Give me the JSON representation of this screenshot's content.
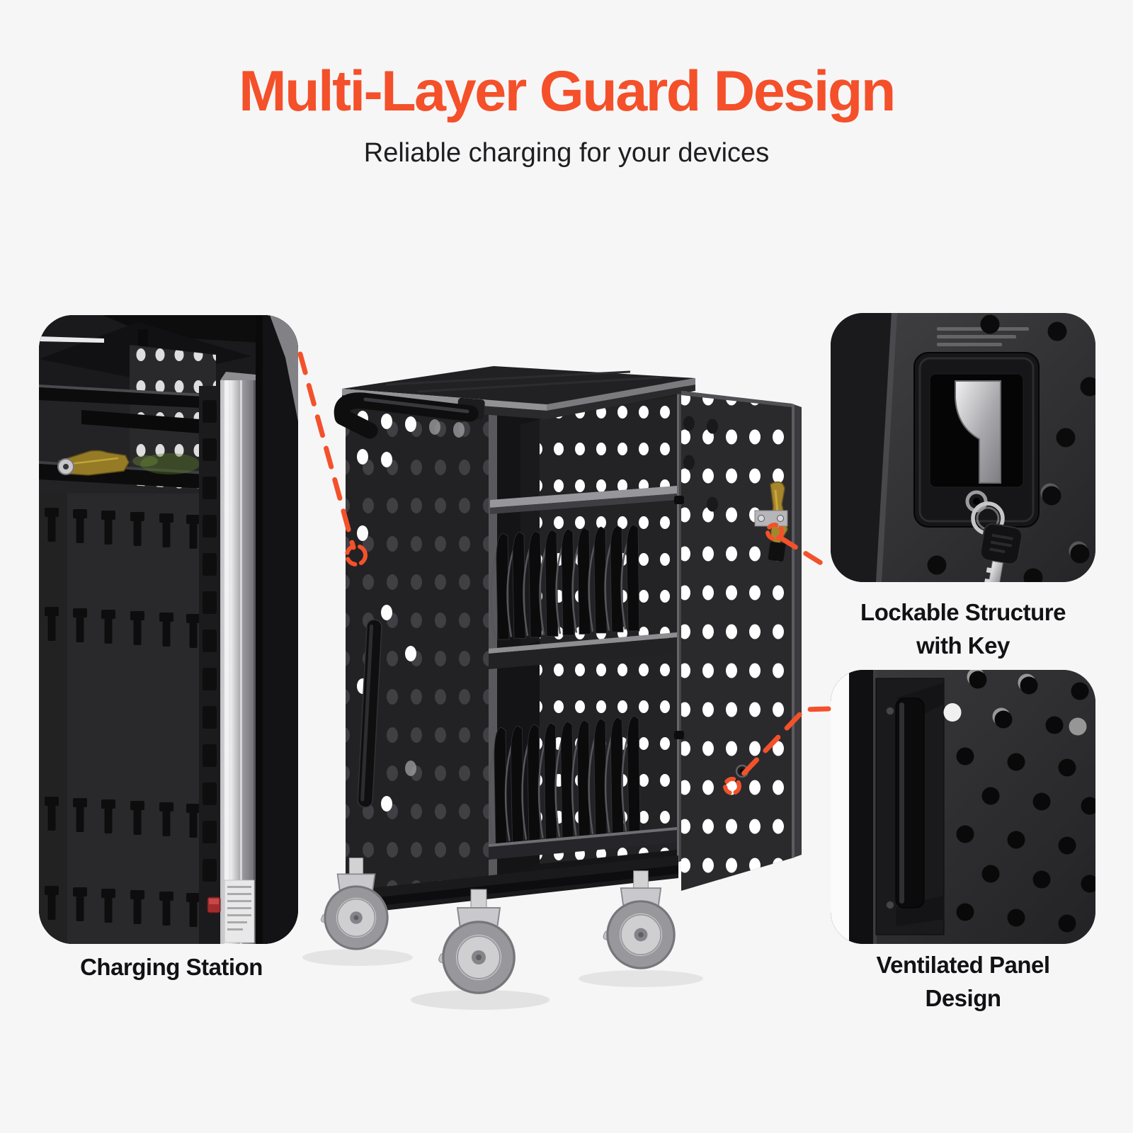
{
  "theme": {
    "background": "#f6f6f7",
    "accent_orange": "#f4502a",
    "body_text": "#1e1e20",
    "caption_text": "#121214",
    "cart_black": "#1d1d1f",
    "steel_silver": "#c9c9cd"
  },
  "header": {
    "title": "Multi-Layer Guard Design",
    "subtitle": "Reliable charging for your devices"
  },
  "callouts": {
    "charging_station": {
      "label": "Charging Station"
    },
    "lockable_structure": {
      "label_line1": "Lockable Structure",
      "label_line2": "with Key"
    },
    "ventilated_panel": {
      "label_line1": "Ventilated Panel",
      "label_line2": "Design"
    }
  }
}
